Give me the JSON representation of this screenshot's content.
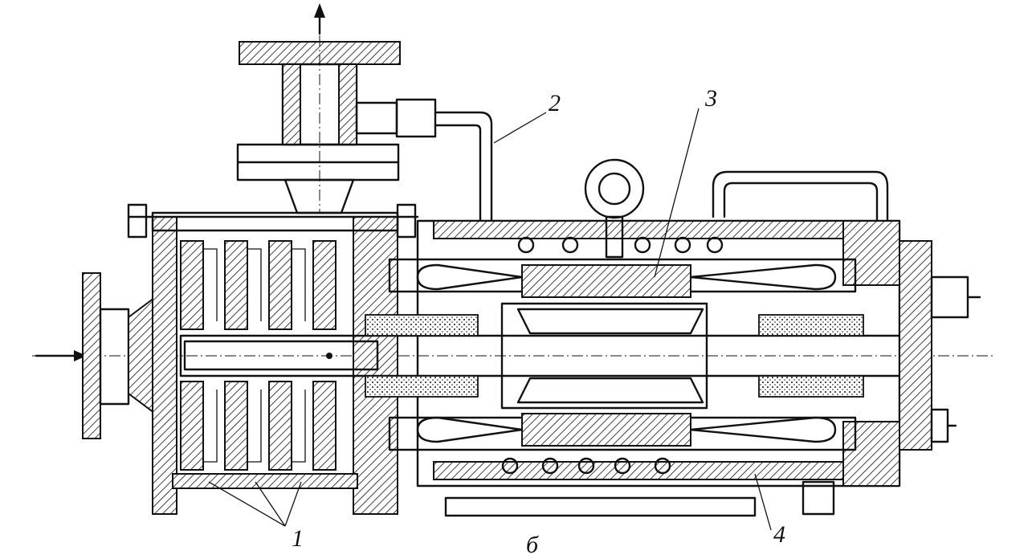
{
  "callouts": {
    "label_1": "1",
    "label_2": "2",
    "label_3": "3",
    "label_4": "4",
    "label_6": "б"
  }
}
